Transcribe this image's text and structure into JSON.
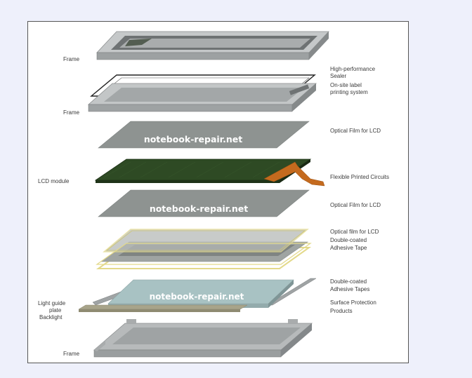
{
  "watermark": "notebook-repair.net",
  "layers": {
    "top_frame": {
      "label": "Frame"
    },
    "sealer": {
      "label_line1": "High-performance",
      "label_line2": "Sealer"
    },
    "label_system": {
      "label_line1": "On-site label",
      "label_line2": "printing system"
    },
    "second_frame": {
      "label": "Frame"
    },
    "optical_film_1": {
      "label": "Optical Film for LCD"
    },
    "lcd_module": {
      "label": "LCD module"
    },
    "fpc": {
      "label": "Flexible Printed Circuits"
    },
    "optical_film_2": {
      "label": "Optical Film for LCD"
    },
    "optical_film_3": {
      "label": "Optical film for LCD"
    },
    "adhesive_1": {
      "label_line1": "Double-coated",
      "label_line2": "Adhesive Tape"
    },
    "adhesive_2": {
      "label_line1": "Double-coated",
      "label_line2": "Adhesive Tapes"
    },
    "surface_protection": {
      "label_line1": "Surface Protection",
      "label_line2": "Products"
    },
    "light_guide": {
      "label_line1": "Light guide",
      "label_line2": "plate"
    },
    "backlight": {
      "label": "Backlight"
    },
    "bottom_frame": {
      "label": "Frame"
    }
  },
  "colors": {
    "frame": "#b9bcbd",
    "film": "#8e9391",
    "lcd": "#2e4a24",
    "fpc": "#c46a1e",
    "adhesive": "#e3d98a",
    "light_guide": "#a8c2c3"
  }
}
